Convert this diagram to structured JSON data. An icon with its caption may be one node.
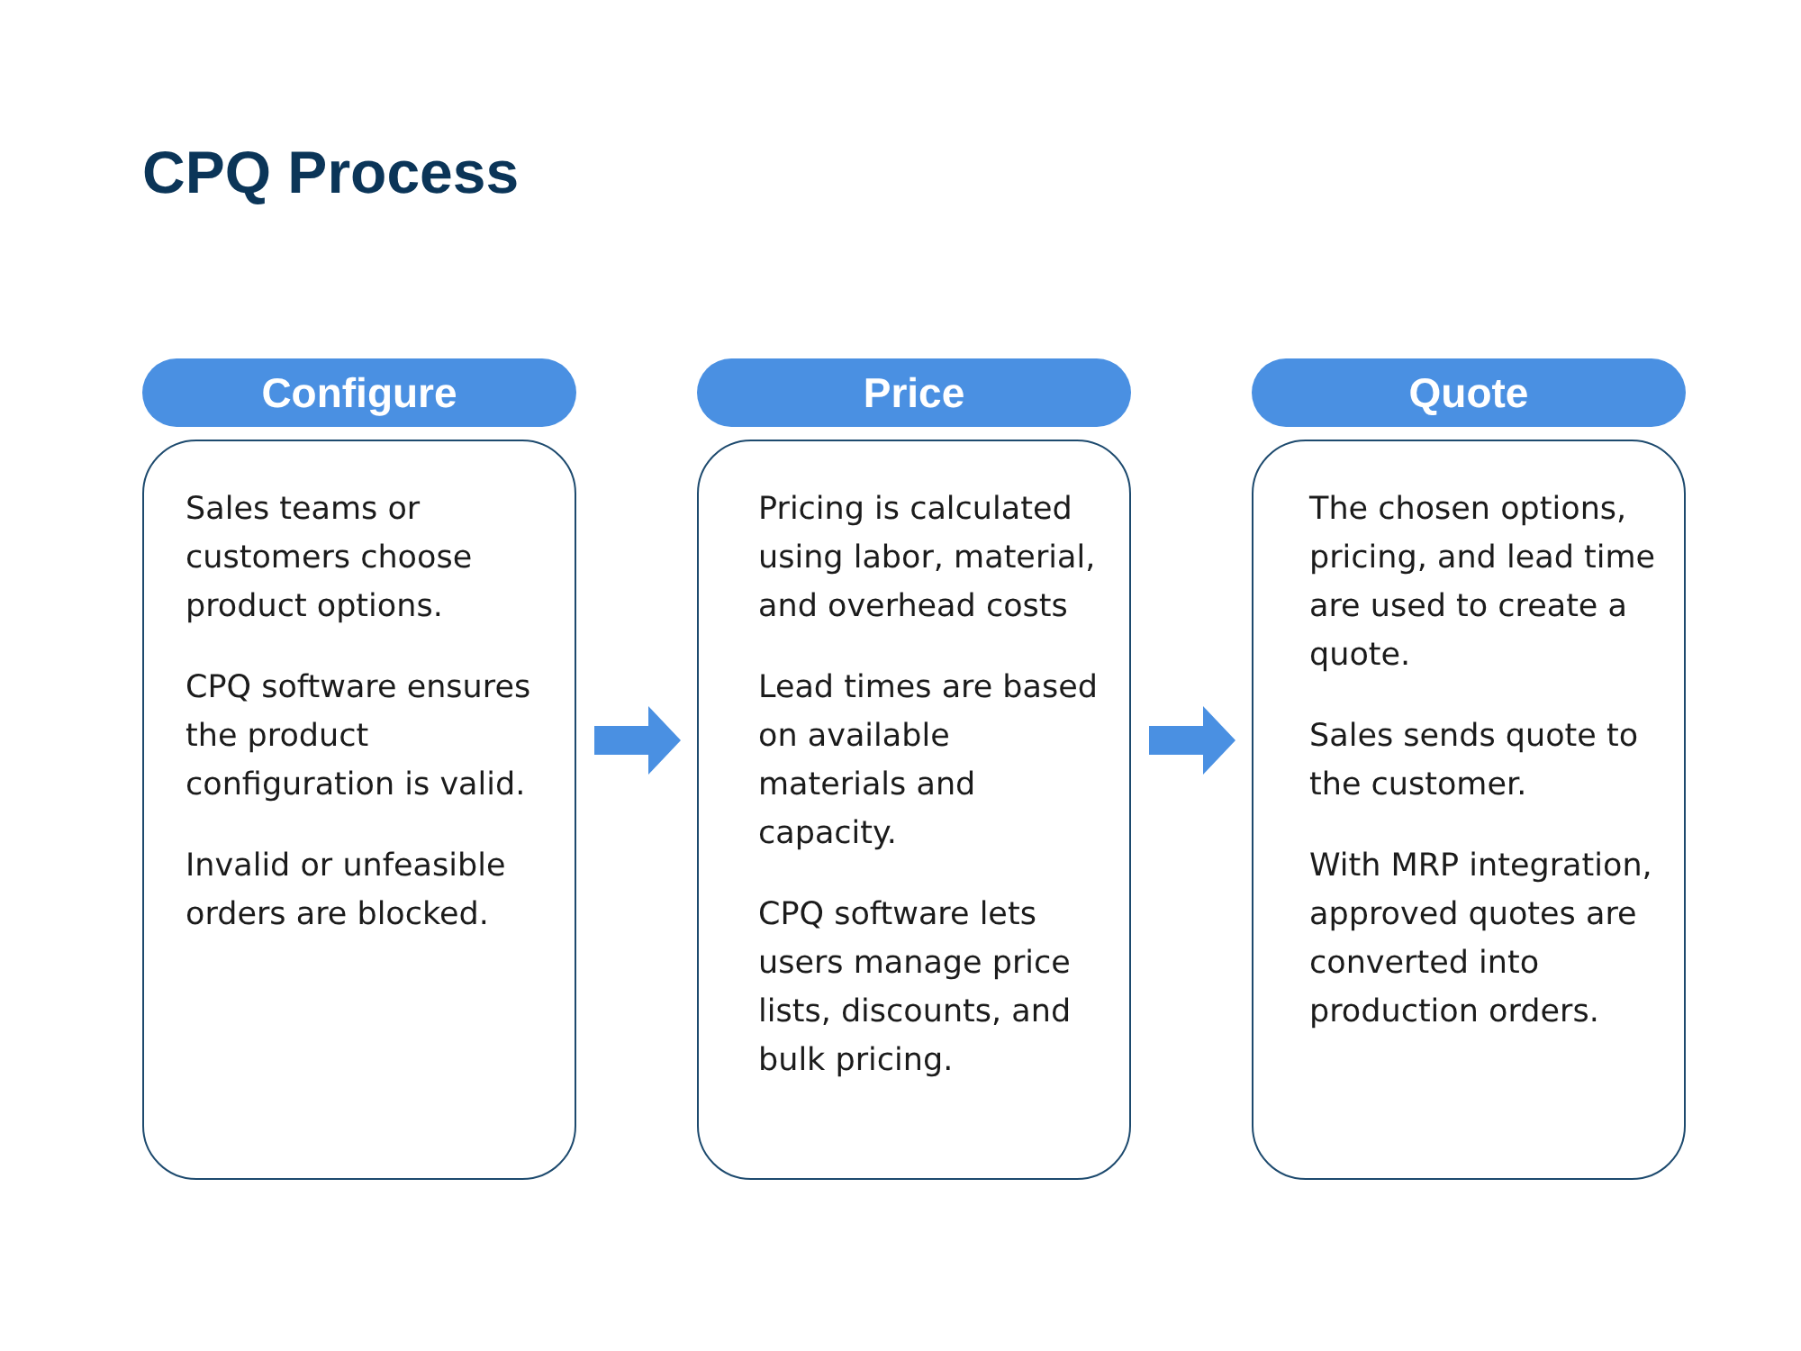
{
  "diagram": {
    "title": "CPQ Process",
    "nodes": [
      {
        "text": [
          "Configure"
        ]
      },
      {
        "text": [
          "Sales teams or customers choose product options.",
          "CPQ software ensures the product configuration is valid.",
          "Invalid or unfeasible orders are blocked."
        ]
      },
      {
        "text": [
          "Price"
        ]
      },
      {
        "text": [
          "Pricing is calculated using labor, material, and overhead costs",
          "Lead times are based on available materials and capacity.",
          "CPQ software lets users manage price lists, discounts, and bulk pricing."
        ]
      },
      {
        "text": [
          "Quote"
        ]
      },
      {
        "text": [
          "The chosen options, pricing, and lead time are used to create a quote.",
          "Sales sends quote to the customer.",
          "With MRP integration, approved quotes are converted into production orders."
        ]
      }
    ],
    "edges": [
      {
        "from": 1,
        "to": 3,
        "arrow": "to"
      },
      {
        "from": 3,
        "to": 5,
        "arrow": "to"
      }
    ]
  }
}
